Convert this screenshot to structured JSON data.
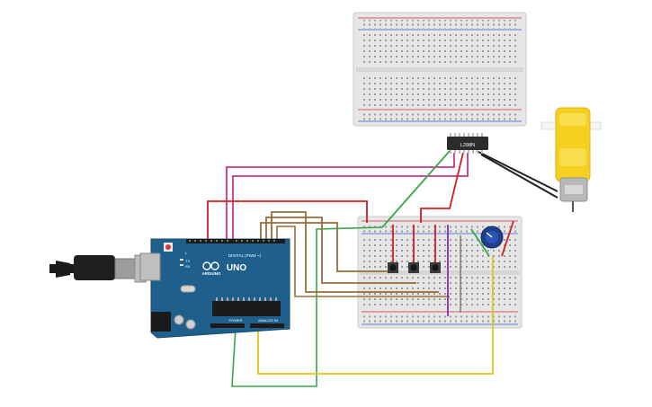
{
  "board": {
    "brand": "ARDUINO",
    "model": "UNO",
    "header_digital": "DIGITAL (PWM ~)",
    "header_power": "POWER",
    "header_analog": "ANALOG IN",
    "tx": "TX",
    "rx": "RX",
    "l": "L"
  },
  "driver_chip": {
    "label": "L298N"
  },
  "colors": {
    "board": "#1f5f8b",
    "breadboard": "#e8e8e8",
    "rail_red": "#d22b2b",
    "rail_blue": "#2b5fd2",
    "wire_red": "#d01f1f",
    "wire_pink": "#c8348b",
    "wire_brown": "#9b6b3a",
    "wire_green": "#3aa64a",
    "wire_yellow": "#e0c21a",
    "wire_purple": "#8a2bb4",
    "wire_gray": "#888888",
    "motor": "#f5d020"
  },
  "icons": {
    "usb_cable": "usb-cable-icon",
    "dc_motor": "dc-motor-icon",
    "potentiometer": "potentiometer-icon",
    "pushbutton": "pushbutton-icon"
  }
}
